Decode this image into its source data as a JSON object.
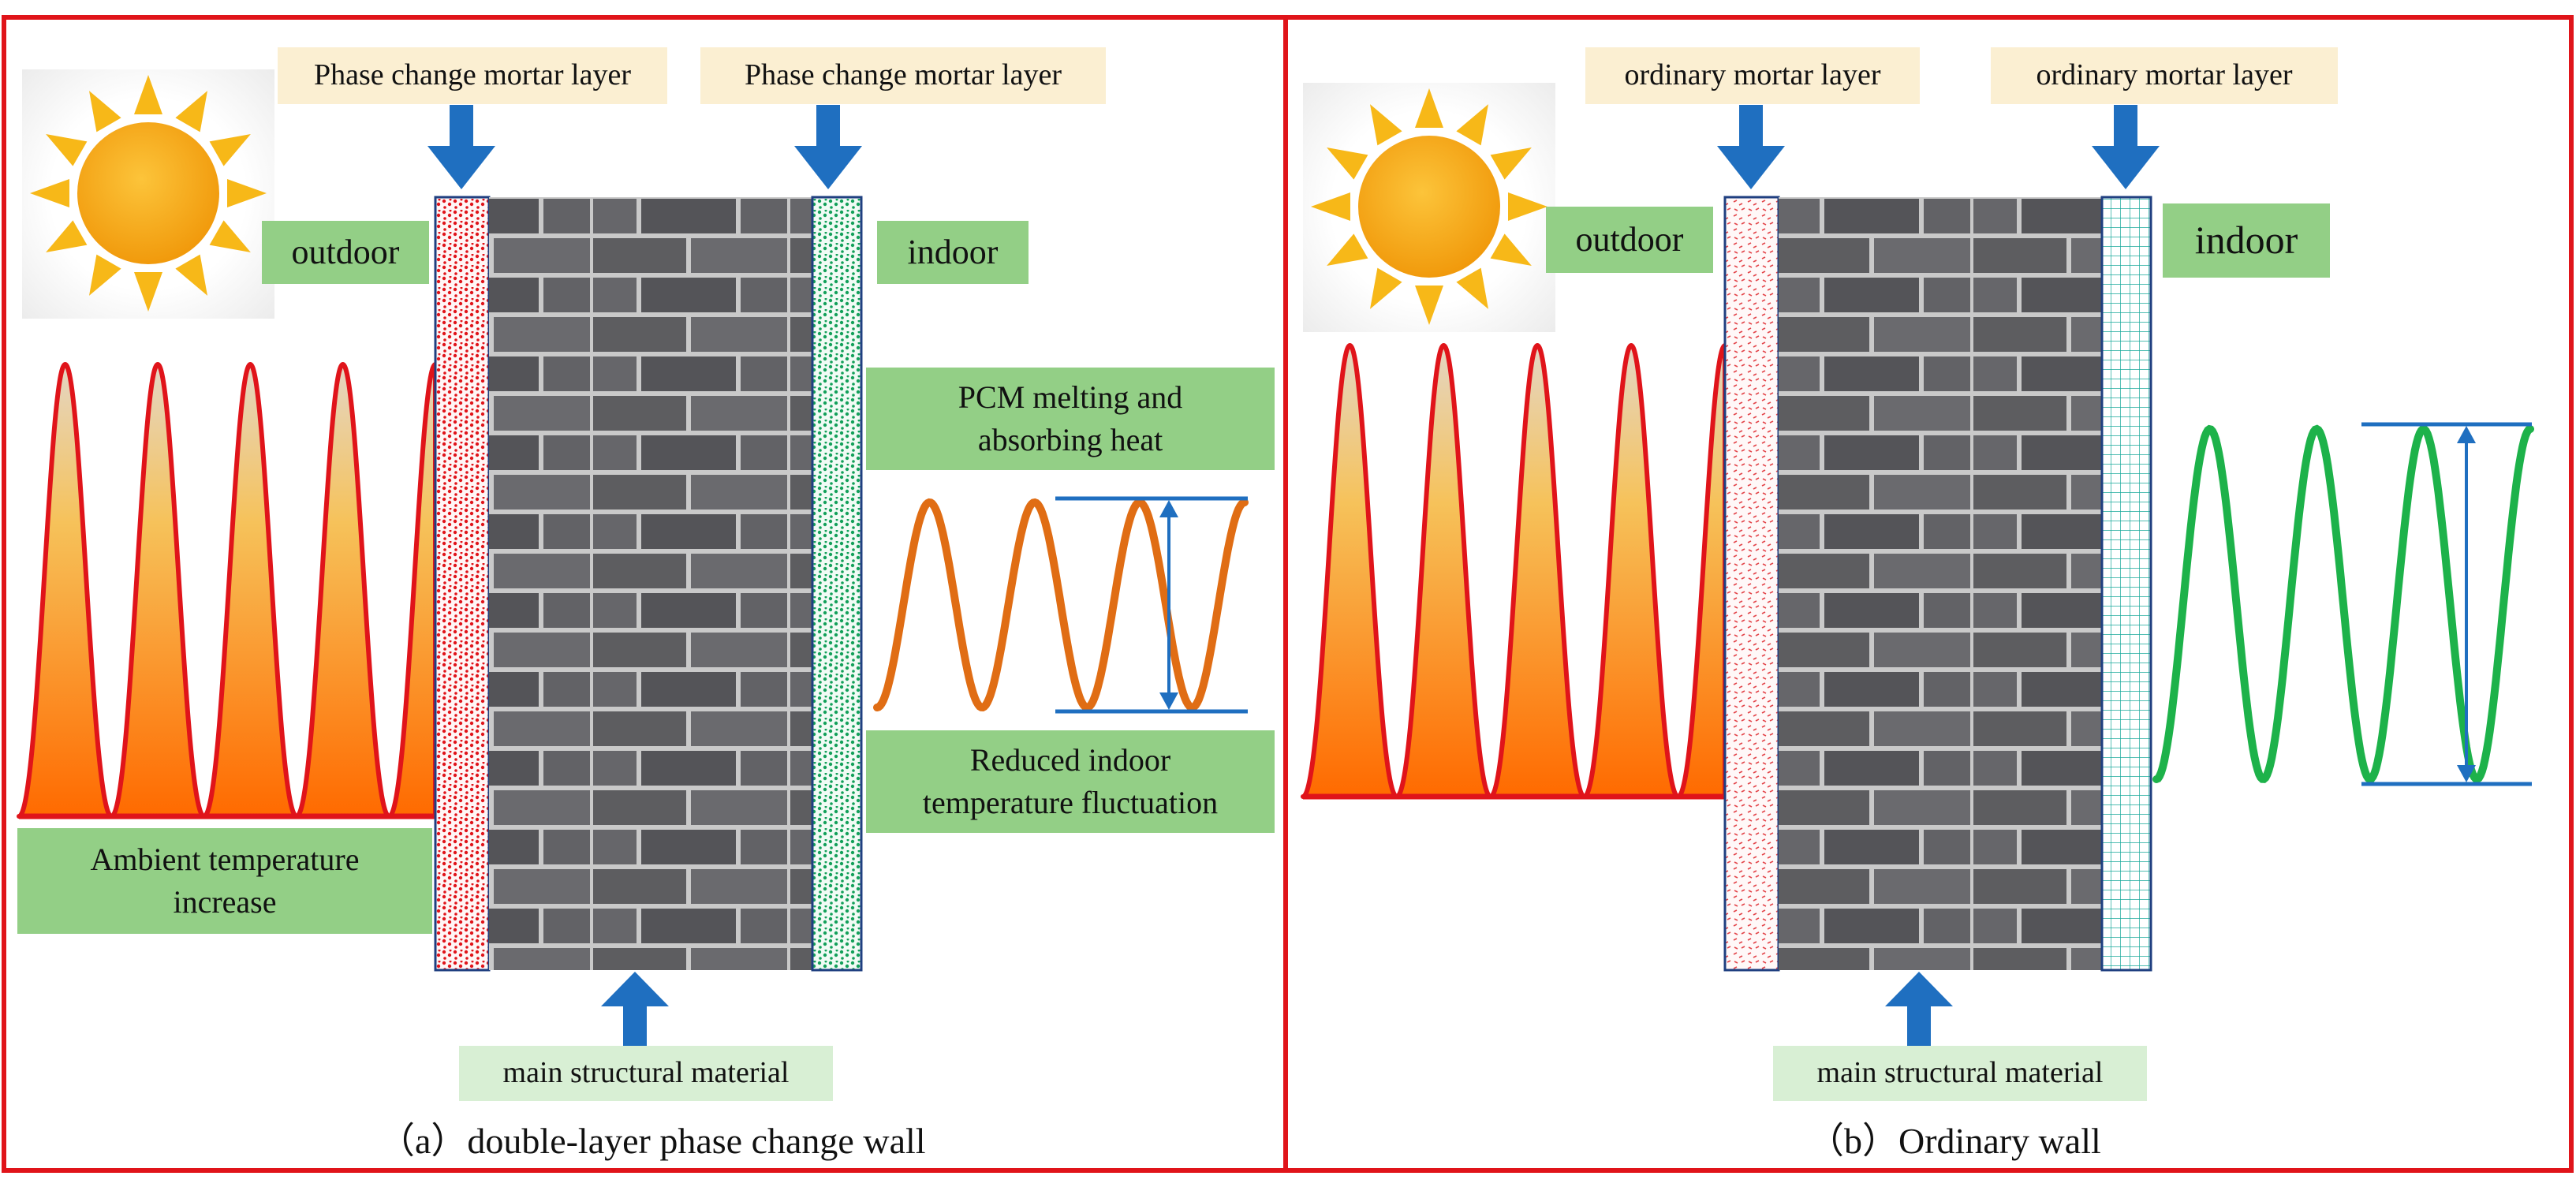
{
  "panel_a": {
    "label_outer_mortar": "Phase change mortar layer",
    "label_inner_mortar": "Phase change mortar layer",
    "label_outdoor": "outdoor",
    "label_indoor": "indoor",
    "label_pcm": "PCM melting and absorbing heat",
    "label_reduced": "Reduced indoor temperature fluctuation",
    "label_ambient": "Ambient temperature increase",
    "label_main": "main structural material",
    "caption": "（a）double-layer phase change wall"
  },
  "panel_b": {
    "label_outer_mortar": "ordinary mortar layer",
    "label_inner_mortar": "ordinary mortar layer",
    "label_outdoor": "outdoor",
    "label_indoor": "indoor",
    "label_main": "main structural material",
    "caption": "（b）Ordinary wall"
  },
  "colors": {
    "frame": "#e0141a",
    "arrow": "#1f6fc0",
    "sun_core": "#f5a312",
    "sun_ray": "#f7b818",
    "heat_line": "#e0141a",
    "heat_fill_top": "#e4d6c4",
    "heat_fill_bottom": "#ff6a00",
    "indoor_wave_a": "#e06d14",
    "indoor_wave_b": "#1db24a",
    "range_line": "#1f6fc0",
    "pcm_outer": "#e0141a",
    "pcm_inner": "#13a05a",
    "brick": "#5d5d60",
    "mortar_joint": "#c9c9c9"
  },
  "icons": [
    "sun-icon",
    "down-arrow-icon",
    "up-arrow-icon",
    "double-arrow-icon"
  ]
}
